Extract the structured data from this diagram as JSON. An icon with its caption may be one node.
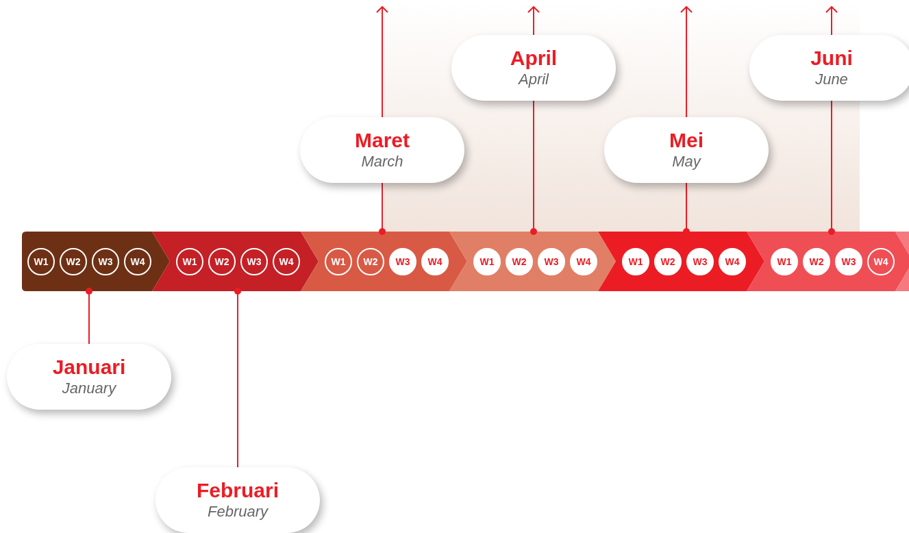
{
  "diagram": {
    "nodes": [
      {
        "text": [],
        "shape": "bar"
      },
      {
        "text": [
          "W1"
        ],
        "in": 0
      },
      {
        "text": [
          "W2"
        ],
        "in": 0
      },
      {
        "text": [
          "W3"
        ],
        "in": 0
      },
      {
        "text": [
          "W4"
        ],
        "in": 0
      },
      {
        "text": [],
        "shape": "bar"
      },
      {
        "text": [
          "W1"
        ],
        "in": 5
      },
      {
        "text": [
          "W2"
        ],
        "in": 5
      },
      {
        "text": [
          "W3"
        ],
        "in": 5
      },
      {
        "text": [
          "W4"
        ],
        "in": 5
      },
      {
        "text": [],
        "shape": "bar"
      },
      {
        "text": [
          "W1"
        ],
        "in": 10
      },
      {
        "text": [
          "W2"
        ],
        "in": 10
      },
      {
        "text": [
          "W3"
        ],
        "in": 10
      },
      {
        "text": [
          "W4"
        ],
        "in": 10
      },
      {
        "text": [],
        "shape": "bar"
      },
      {
        "text": [
          "W1"
        ],
        "in": 15
      },
      {
        "text": [
          "W2"
        ],
        "in": 15
      },
      {
        "text": [
          "W3"
        ],
        "in": 15
      },
      {
        "text": [
          "W4"
        ],
        "in": 15
      },
      {
        "text": [],
        "shape": "bar"
      },
      {
        "text": [
          "W1"
        ],
        "in": 20
      },
      {
        "text": [
          "W2"
        ],
        "in": 20
      },
      {
        "text": [
          "W3"
        ],
        "in": 20
      },
      {
        "text": [
          "W4"
        ],
        "in": 20
      },
      {
        "text": [],
        "shape": "bar"
      },
      {
        "text": [
          "W1"
        ],
        "in": 25
      },
      {
        "text": [
          "W2"
        ],
        "in": 25
      },
      {
        "text": [
          "W3"
        ],
        "in": 25
      },
      {
        "text": [
          "W4"
        ],
        "in": 25
      },
      {
        "text": [],
        "shape": "bar"
      },
      {
        "text": [
          "Januari",
          "January"
        ]
      },
      {
        "text": [
          "Februari",
          "February"
        ]
      },
      {
        "text": [
          "Maret",
          "March"
        ]
      },
      {
        "text": [
          "April",
          "April"
        ]
      },
      {
        "text": [
          "Mei",
          "May"
        ]
      },
      {
        "text": [
          "Juni",
          "June"
        ]
      }
    ],
    "edges": [
      {
        "from": 0,
        "to": 31,
        "arrow": "other"
      },
      {
        "from": 5,
        "to": 32,
        "arrow": "other"
      },
      {
        "from": 10,
        "to": 33,
        "arrow": "other"
      },
      {
        "from": 15,
        "to": 34,
        "arrow": "other"
      },
      {
        "from": 20,
        "to": 35,
        "arrow": "other"
      },
      {
        "from": 25,
        "to": 36,
        "arrow": "other"
      },
      {
        "from": 33,
        "to": null,
        "arrow": "to"
      },
      {
        "from": 34,
        "to": null,
        "arrow": "to"
      },
      {
        "from": 35,
        "to": null,
        "arrow": "to"
      },
      {
        "from": 36,
        "to": null,
        "arrow": "to"
      }
    ]
  }
}
